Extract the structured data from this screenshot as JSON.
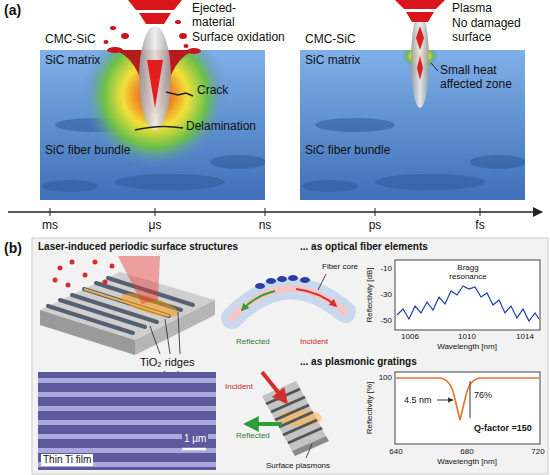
{
  "diagram": {
    "labels": [
      "(a)",
      "Ejected-material",
      "Surface oxidation",
      "Crack",
      "Delamination",
      "CMC-SiC",
      "SiC matrix",
      "SiC fiber bundle",
      "Plasma",
      "No damaged surface",
      "Small heat affected zone",
      "CMC-SiC",
      "SiC matrix",
      "SiC fiber bundle",
      "ms",
      "μs",
      "ns",
      "ps",
      "fs",
      "(b)",
      "Laser-induced periodic surface structures",
      "TiO₂ ridges",
      "Thin Ti film",
      "1 μm",
      "... as optical fiber elements",
      "Fiber core",
      "Reflected",
      "Incident",
      "Bragg resonance",
      "Reflectivity [dB]",
      "-10",
      "-30",
      "-50",
      "1006",
      "1010",
      "1014",
      "Wavelength [nm]",
      "... as plasmonic gratings",
      "Incident",
      "Reflected",
      "Surface plasmons",
      "Reflectivity [%]",
      "100",
      "4.5 nm",
      "76%",
      "Q-factor =150",
      "640",
      "680",
      "720",
      "Wavelength [nm]"
    ]
  }
}
